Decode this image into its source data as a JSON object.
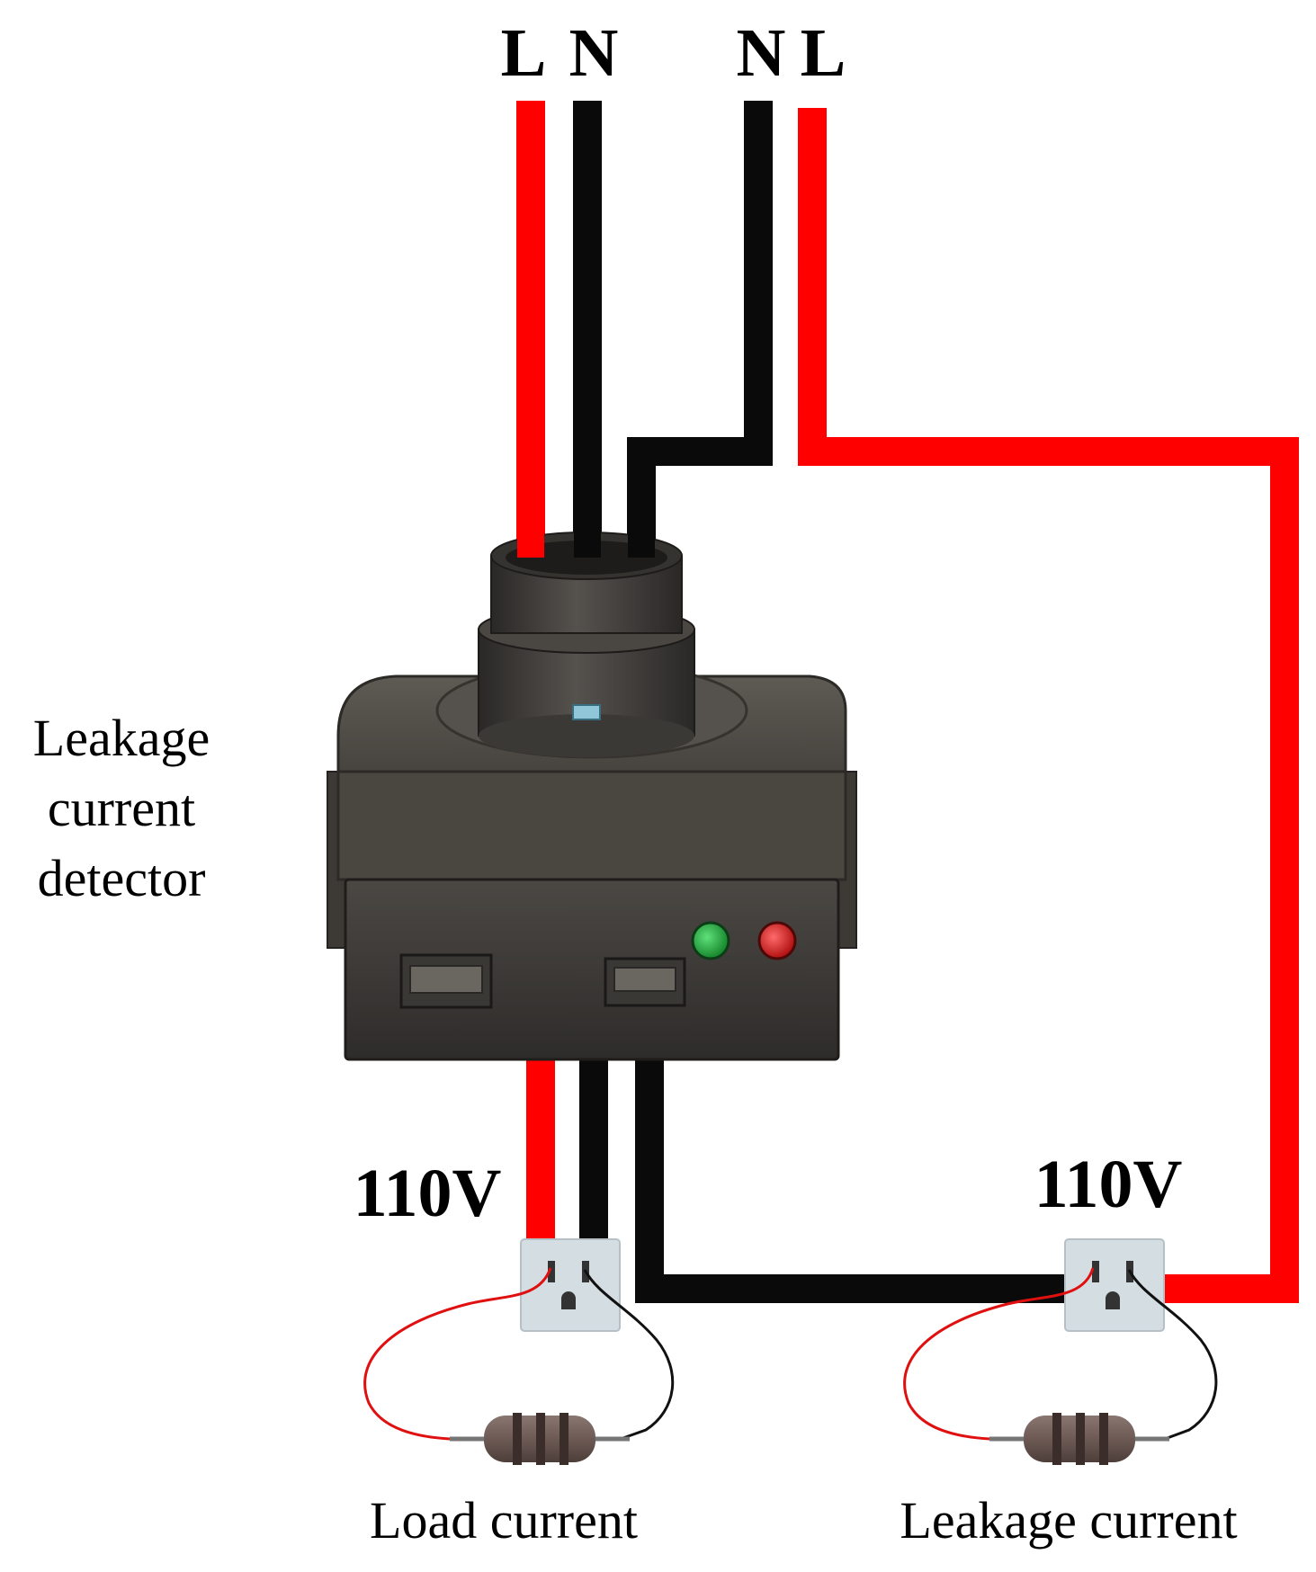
{
  "labels": {
    "top_left_L": "L",
    "top_left_N": "N",
    "top_right_N": "N",
    "top_right_L": "L",
    "detector_line1": "Leakage",
    "detector_line2": "current",
    "detector_line3": "detector",
    "voltage_left": "110V",
    "voltage_right": "110V",
    "load_current": "Load current",
    "leakage_current": "Leakage current"
  },
  "colors": {
    "live_wire": "#ff0000",
    "neutral_wire": "#0a0a0a",
    "device_body": "#4a4640",
    "indicator_green": "#1fae3a",
    "indicator_red": "#e02020",
    "outlet_plate": "#d3dde2"
  },
  "icons": {
    "detector": "leakage-detector-device-icon",
    "outlet": "wall-outlet-icon",
    "resistor": "resistor-icon"
  }
}
